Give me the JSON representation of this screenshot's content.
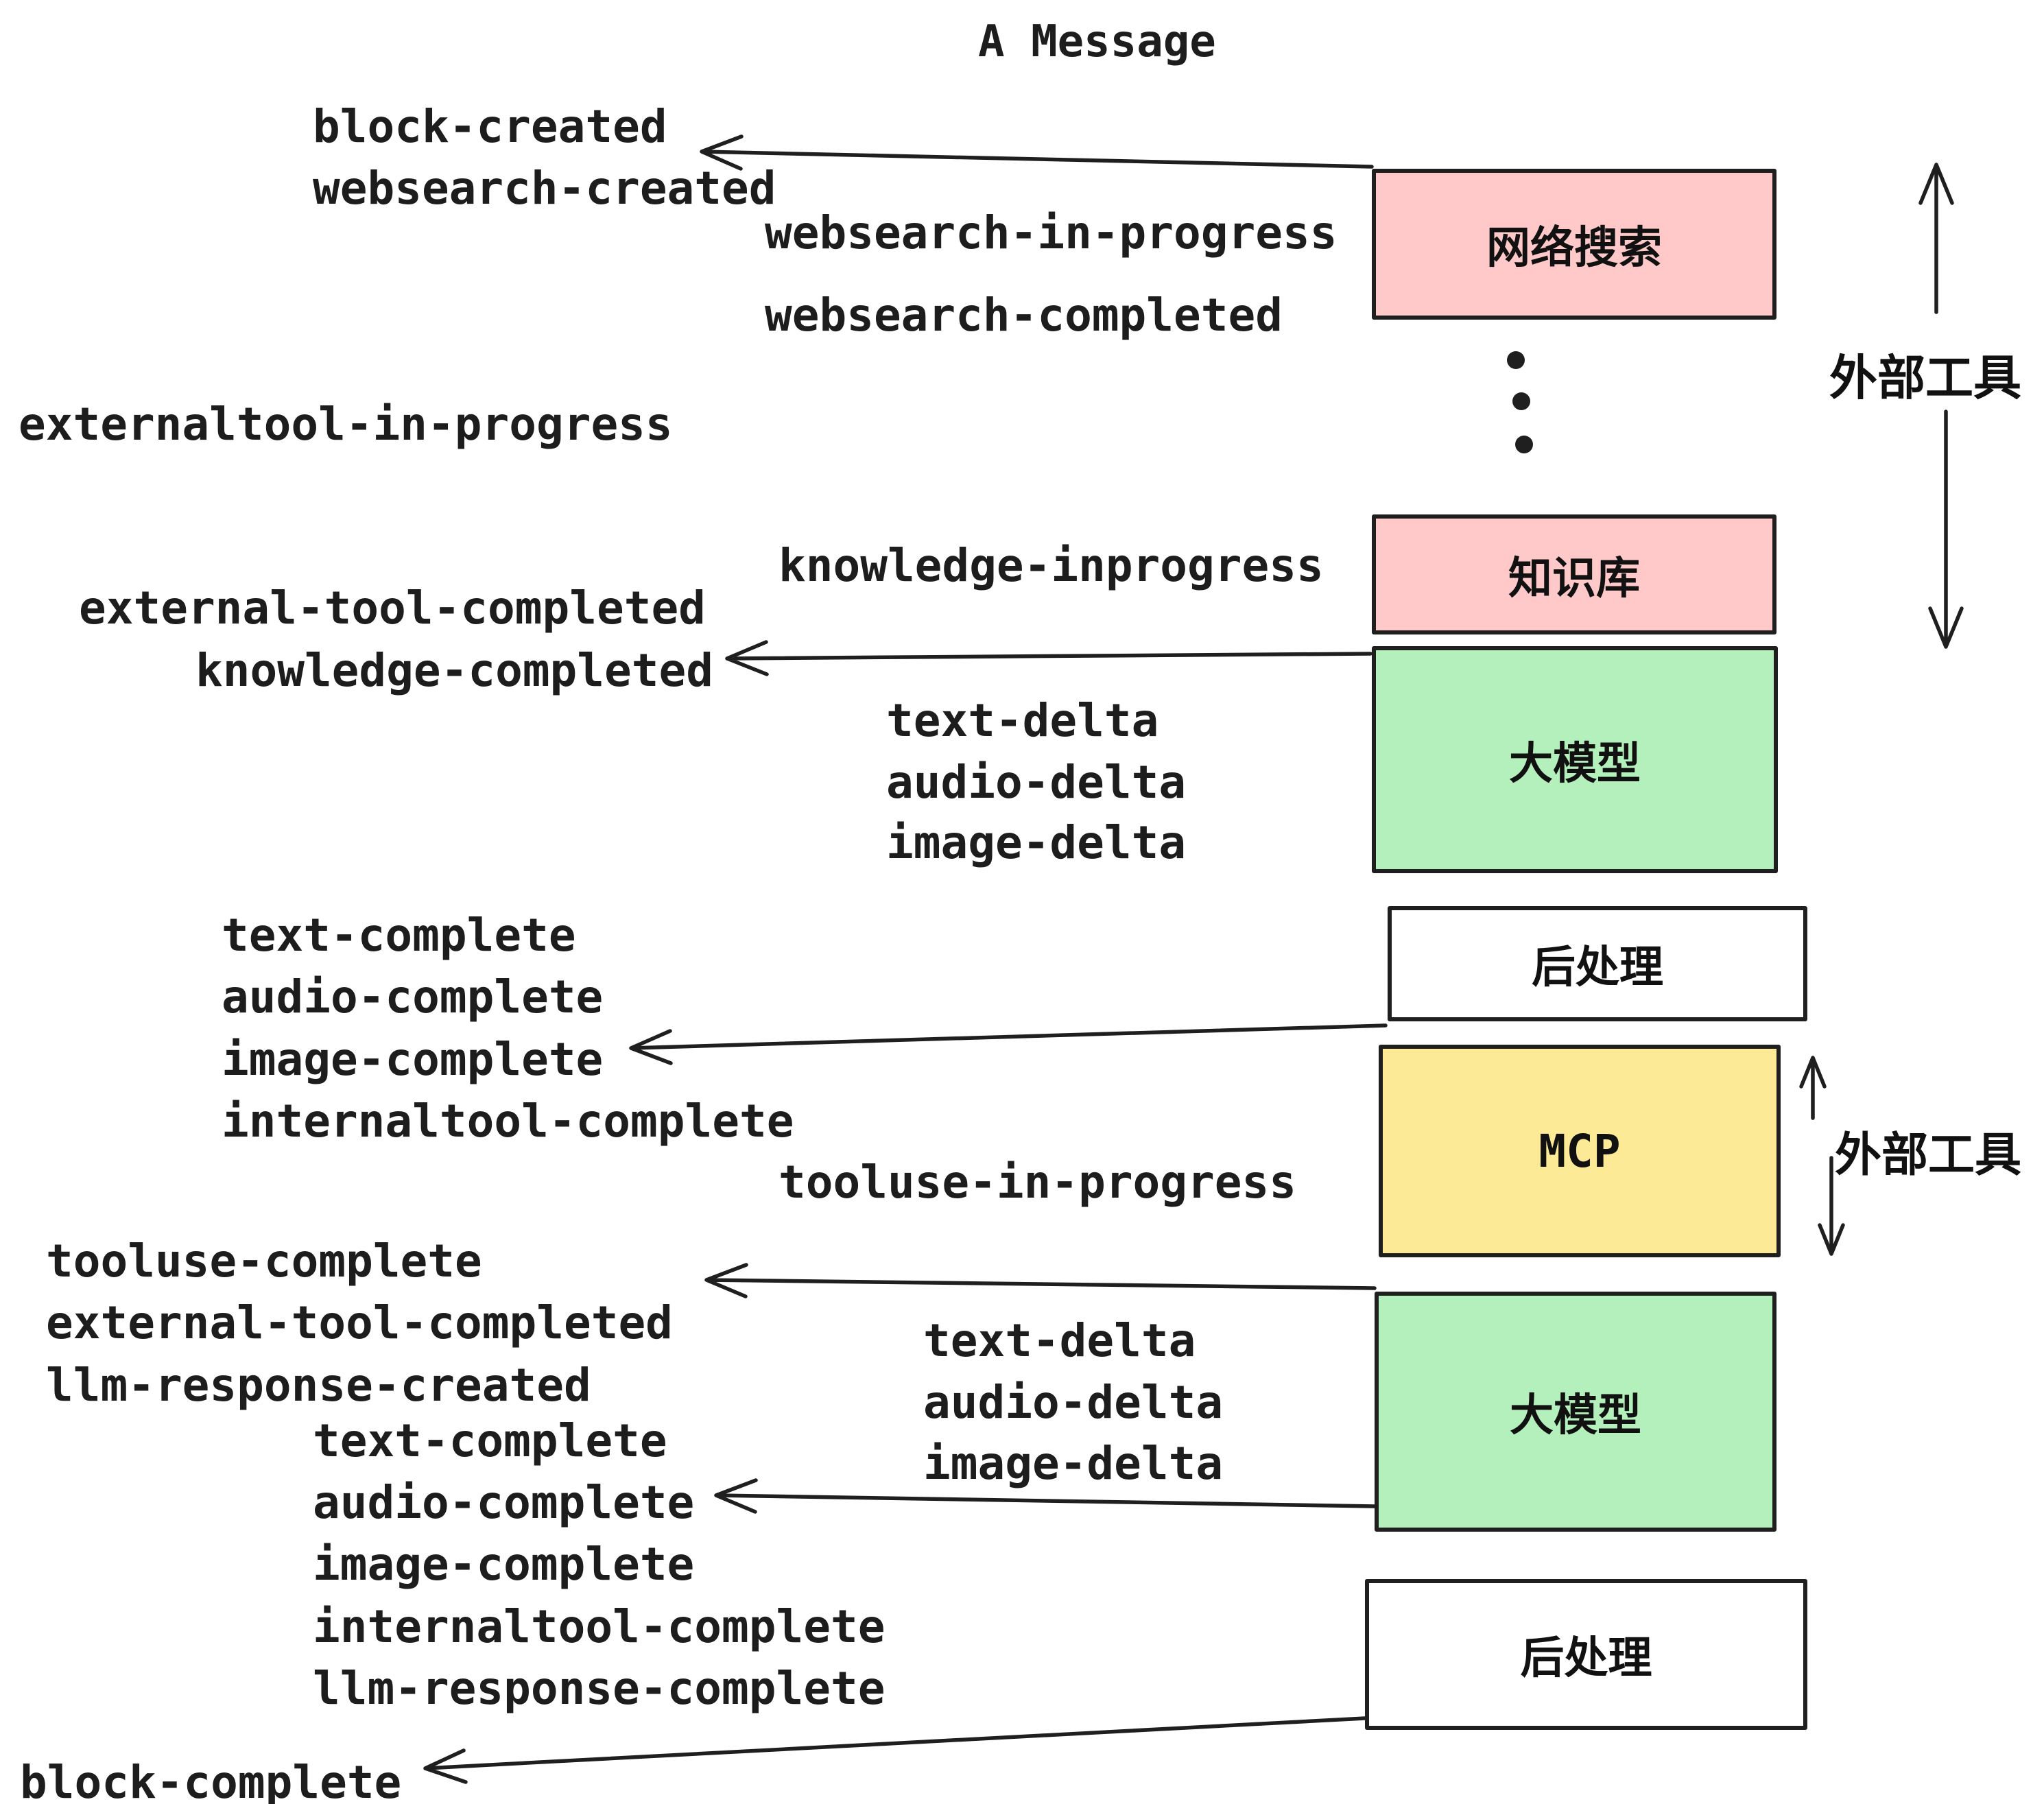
{
  "title": "A Message",
  "colors": {
    "ink": "#1f1f1f",
    "pink": "#ffc9c9",
    "green": "#b4f0bb",
    "yellow": "#fdea96",
    "white": "#ffffff"
  },
  "boxes": {
    "websearch": "网络搜索",
    "knowledge": "知识库",
    "llm": "大模型",
    "postprocess": "后处理",
    "mcp": "MCP"
  },
  "side": {
    "external_tools": "外部工具"
  },
  "events": {
    "block_created": "block-created",
    "websearch_created": "websearch-created",
    "websearch_in_progress": "websearch-in-progress",
    "websearch_completed": "websearch-completed",
    "externaltool_in_progress": "externaltool-in-progress",
    "external_tool_completed": "external-tool-completed",
    "knowledge_inprogress": "knowledge-inprogress",
    "knowledge_completed": "knowledge-completed",
    "text_delta": "text-delta",
    "audio_delta": "audio-delta",
    "image_delta": "image-delta",
    "text_complete": "text-complete",
    "audio_complete": "audio-complete",
    "image_complete": "image-complete",
    "internaltool_complete": "internaltool-complete",
    "tooluse_in_progress": "tooluse-in-progress",
    "tooluse_complete": "tooluse-complete",
    "llm_response_created": "llm-response-created",
    "llm_response_complete": "llm-response-complete",
    "block_complete": "block-complete"
  }
}
